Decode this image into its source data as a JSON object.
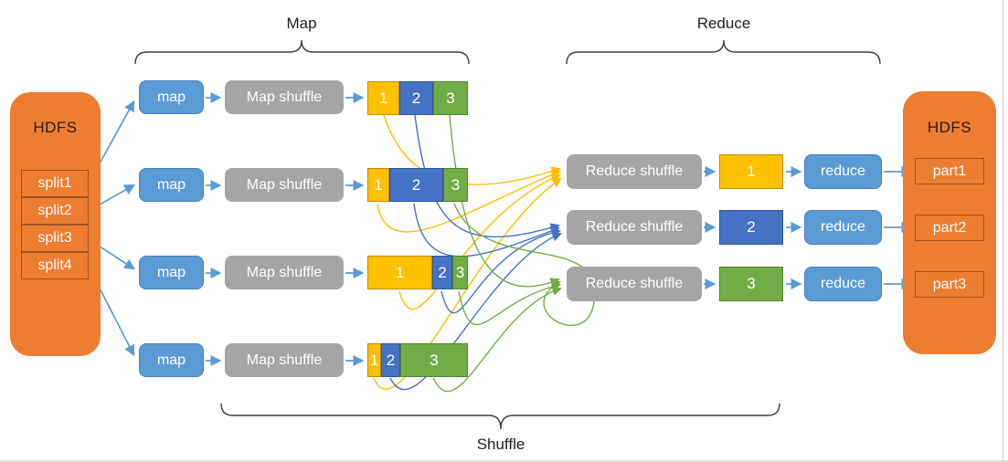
{
  "braces": {
    "map": "Map",
    "reduce": "Reduce",
    "shuffle": "Shuffle"
  },
  "hdfs_left": {
    "title": "HDFS",
    "splits": [
      "split1",
      "split2",
      "split3",
      "split4"
    ]
  },
  "hdfs_right": {
    "title": "HDFS",
    "parts": [
      "part1",
      "part2",
      "part3"
    ]
  },
  "map_pipeline": {
    "rows": [
      {
        "map": "map",
        "shuffle": "Map shuffle",
        "partitions": [
          {
            "label": "1",
            "color": "#FFC000",
            "border": "#BF8F00",
            "width": 35
          },
          {
            "label": "2",
            "color": "#4472C4",
            "border": "#2F5597",
            "width": 37
          },
          {
            "label": "3",
            "color": "#70AD47",
            "border": "#538135",
            "width": 38
          }
        ]
      },
      {
        "map": "map",
        "shuffle": "Map shuffle",
        "partitions": [
          {
            "label": "1",
            "color": "#FFC000",
            "border": "#BF8F00",
            "width": 24
          },
          {
            "label": "2",
            "color": "#4472C4",
            "border": "#2F5597",
            "width": 59
          },
          {
            "label": "3",
            "color": "#70AD47",
            "border": "#538135",
            "width": 27
          }
        ]
      },
      {
        "map": "map",
        "shuffle": "Map shuffle",
        "partitions": [
          {
            "label": "1",
            "color": "#FFC000",
            "border": "#BF8F00",
            "width": 71
          },
          {
            "label": "2",
            "color": "#4472C4",
            "border": "#2F5597",
            "width": 22
          },
          {
            "label": "3",
            "color": "#70AD47",
            "border": "#538135",
            "width": 17
          }
        ]
      },
      {
        "map": "map",
        "shuffle": "Map shuffle",
        "partitions": [
          {
            "label": "1",
            "color": "#FFC000",
            "border": "#BF8F00",
            "width": 15
          },
          {
            "label": "2",
            "color": "#4472C4",
            "border": "#2F5597",
            "width": 21
          },
          {
            "label": "3",
            "color": "#70AD47",
            "border": "#538135",
            "width": 74
          }
        ]
      }
    ]
  },
  "reduce_pipeline": {
    "rows": [
      {
        "shuffle": "Reduce shuffle",
        "reduce": "reduce",
        "bucket": {
          "label": "1",
          "color": "#FFC000",
          "border": "#BF8F00"
        }
      },
      {
        "shuffle": "Reduce shuffle",
        "reduce": "reduce",
        "bucket": {
          "label": "2",
          "color": "#4472C4",
          "border": "#2F5597"
        }
      },
      {
        "shuffle": "Reduce shuffle",
        "reduce": "reduce",
        "bucket": {
          "label": "3",
          "color": "#70AD47",
          "border": "#538135"
        }
      }
    ]
  },
  "colors": {
    "hdfs_orange": "#ED7D31",
    "process_blue": "#5B9BD5",
    "shuffle_gray": "#A5A5A5",
    "partition_yellow": "#FFC000",
    "partition_blue": "#4472C4",
    "partition_green": "#70AD47",
    "arrow_blue": "#5B9BD5",
    "brace_black": "#3f3f3f"
  }
}
